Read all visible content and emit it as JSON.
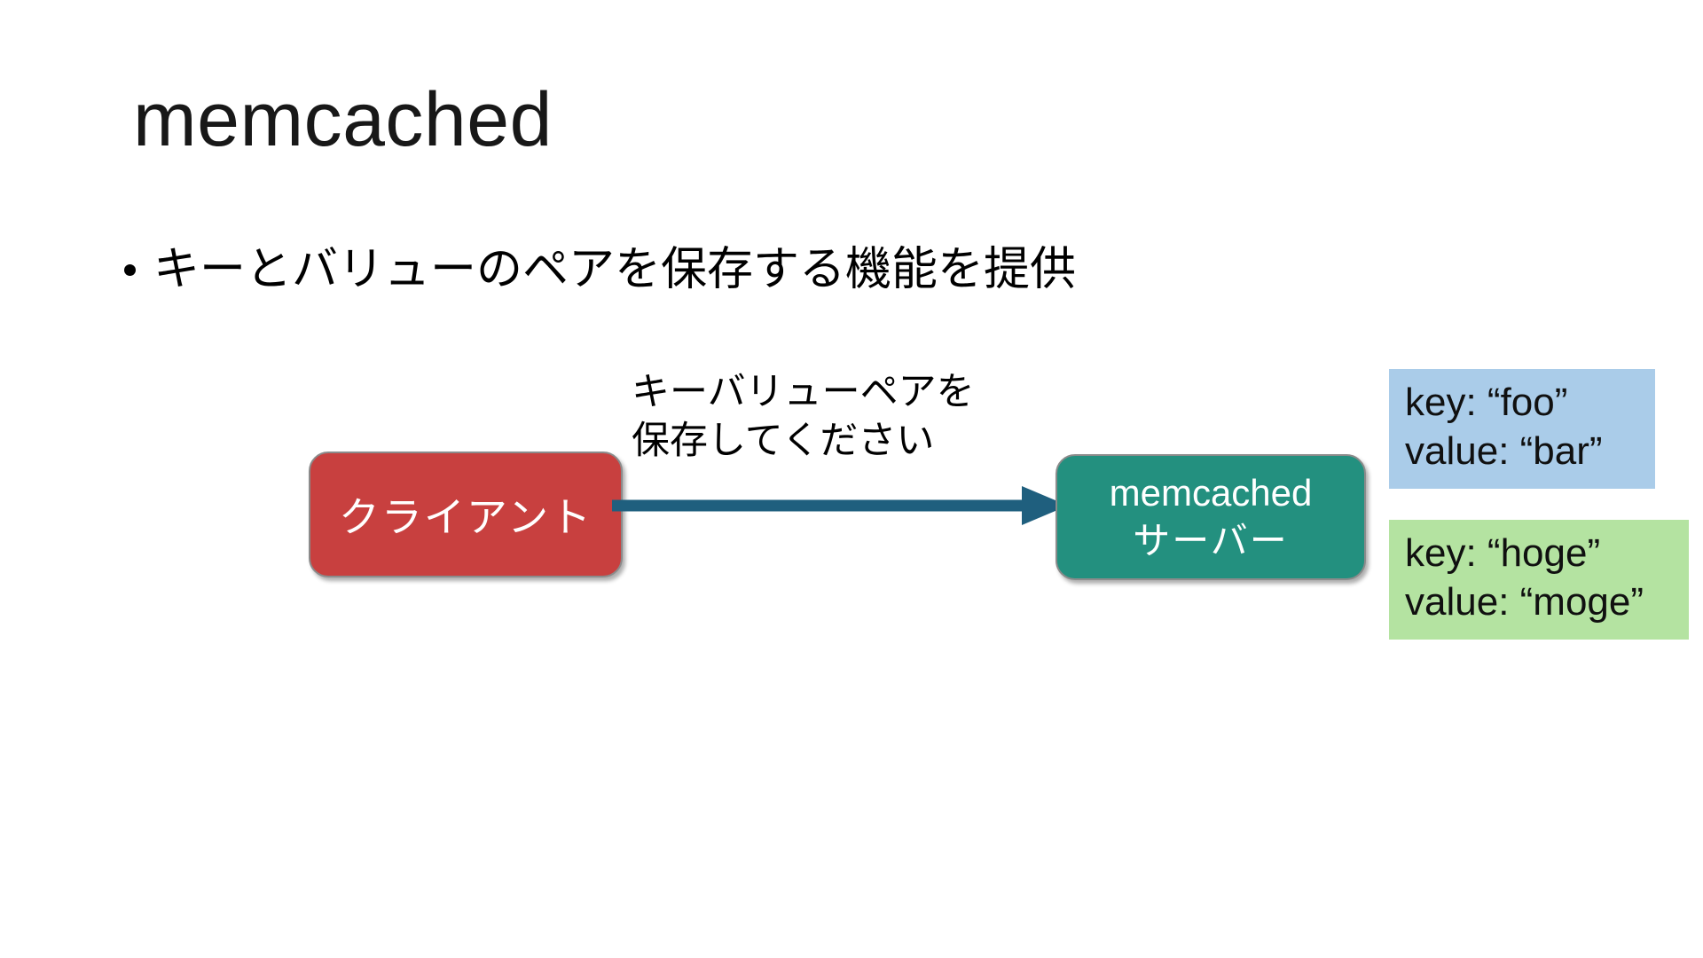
{
  "slide": {
    "title": "memcached",
    "bullets": [
      {
        "marker": "•",
        "text": "キーとバリューのペアを保存する機能を提供"
      }
    ]
  },
  "diagram": {
    "type": "flow",
    "client_node": {
      "label": "クライアント",
      "fill": "#c8403f",
      "text_color": "#ffffff",
      "border_color": "#8b8b8b"
    },
    "server_node": {
      "label_line1": "memcached",
      "label_line2": "サーバー",
      "fill": "#23907f",
      "text_color": "#ffffff",
      "border_color": "#8b8b8b"
    },
    "arrow": {
      "direction": "client-to-server",
      "color": "#1f5f7e",
      "caption_line1": "キーバリューペアを",
      "caption_line2": "保存してください"
    },
    "callouts": [
      {
        "name": "blue",
        "key_line": "key: “foo”",
        "value_line": "value: “bar”",
        "fill": "#aacce9"
      },
      {
        "name": "green",
        "key_line": "key: “hoge”",
        "value_line": "value: “moge”",
        "fill": "#b4e3a1"
      }
    ]
  },
  "colors": {
    "background": "#ffffff",
    "title_text": "#181818",
    "body_text": "#000000"
  }
}
